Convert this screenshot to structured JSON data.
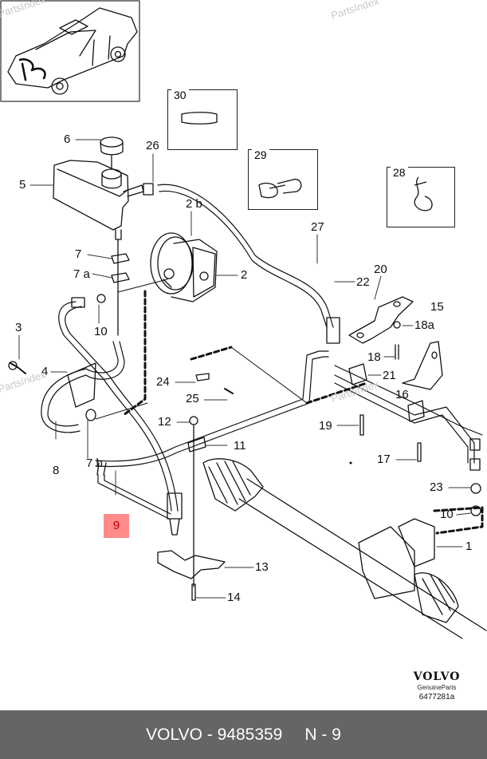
{
  "footer": {
    "brand": "VOLVO",
    "separator": "-",
    "part_number": "9485359",
    "callout_label": "N - 9"
  },
  "brand_block": {
    "logo": "VOLVO",
    "tagline": "GenuineParts",
    "diagram_code": "6477281a"
  },
  "watermark": "PartsIndex",
  "highlight_color": "#ff8a8a",
  "highlighted_callout": "9",
  "insets": [
    {
      "number": "30",
      "part": "strap"
    },
    {
      "number": "29",
      "part": "double-clip"
    },
    {
      "number": "28",
      "part": "hose-clip"
    }
  ],
  "callouts": {
    "c1": "1",
    "c2": "2",
    "c2b": "2 b",
    "c3": "3",
    "c4": "4",
    "c5": "5",
    "c6": "6",
    "c7": "7",
    "c7a": "7 a",
    "c7b": "7 b",
    "c8": "8",
    "c9": "9",
    "c10a": "10",
    "c10b": "10",
    "c11": "11",
    "c12": "12",
    "c13": "13",
    "c14": "14",
    "c15": "15",
    "c16": "16",
    "c17": "17",
    "c18": "18",
    "c18a": "18a",
    "c19": "19",
    "c20": "20",
    "c21": "21",
    "c22": "22",
    "c23": "23",
    "c24": "24",
    "c25": "25",
    "c26": "26",
    "c27": "27"
  }
}
